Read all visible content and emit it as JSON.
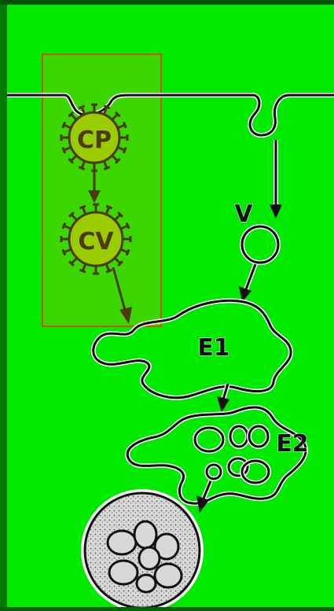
{
  "colors": {
    "page_bg": "#00ea00",
    "left_band": "#007a00",
    "top_band": "#005400",
    "highlight_fill": "#6ec400",
    "highlight_stroke": "#ff2a00",
    "ink": "#111111",
    "coated_ink": "#4a3a10",
    "coated_fill": "#9bcc00",
    "mvb_fill": "#d8d8d8",
    "white_halo": "#ffffff"
  },
  "labels": {
    "coated_pit": "CP",
    "coated_vesicle": "CV",
    "vesicle": "V",
    "early_endosome": "E1",
    "late_endosome": "E2"
  },
  "highlight": {
    "encloses": [
      "coated_pit",
      "coated_vesicle"
    ]
  }
}
